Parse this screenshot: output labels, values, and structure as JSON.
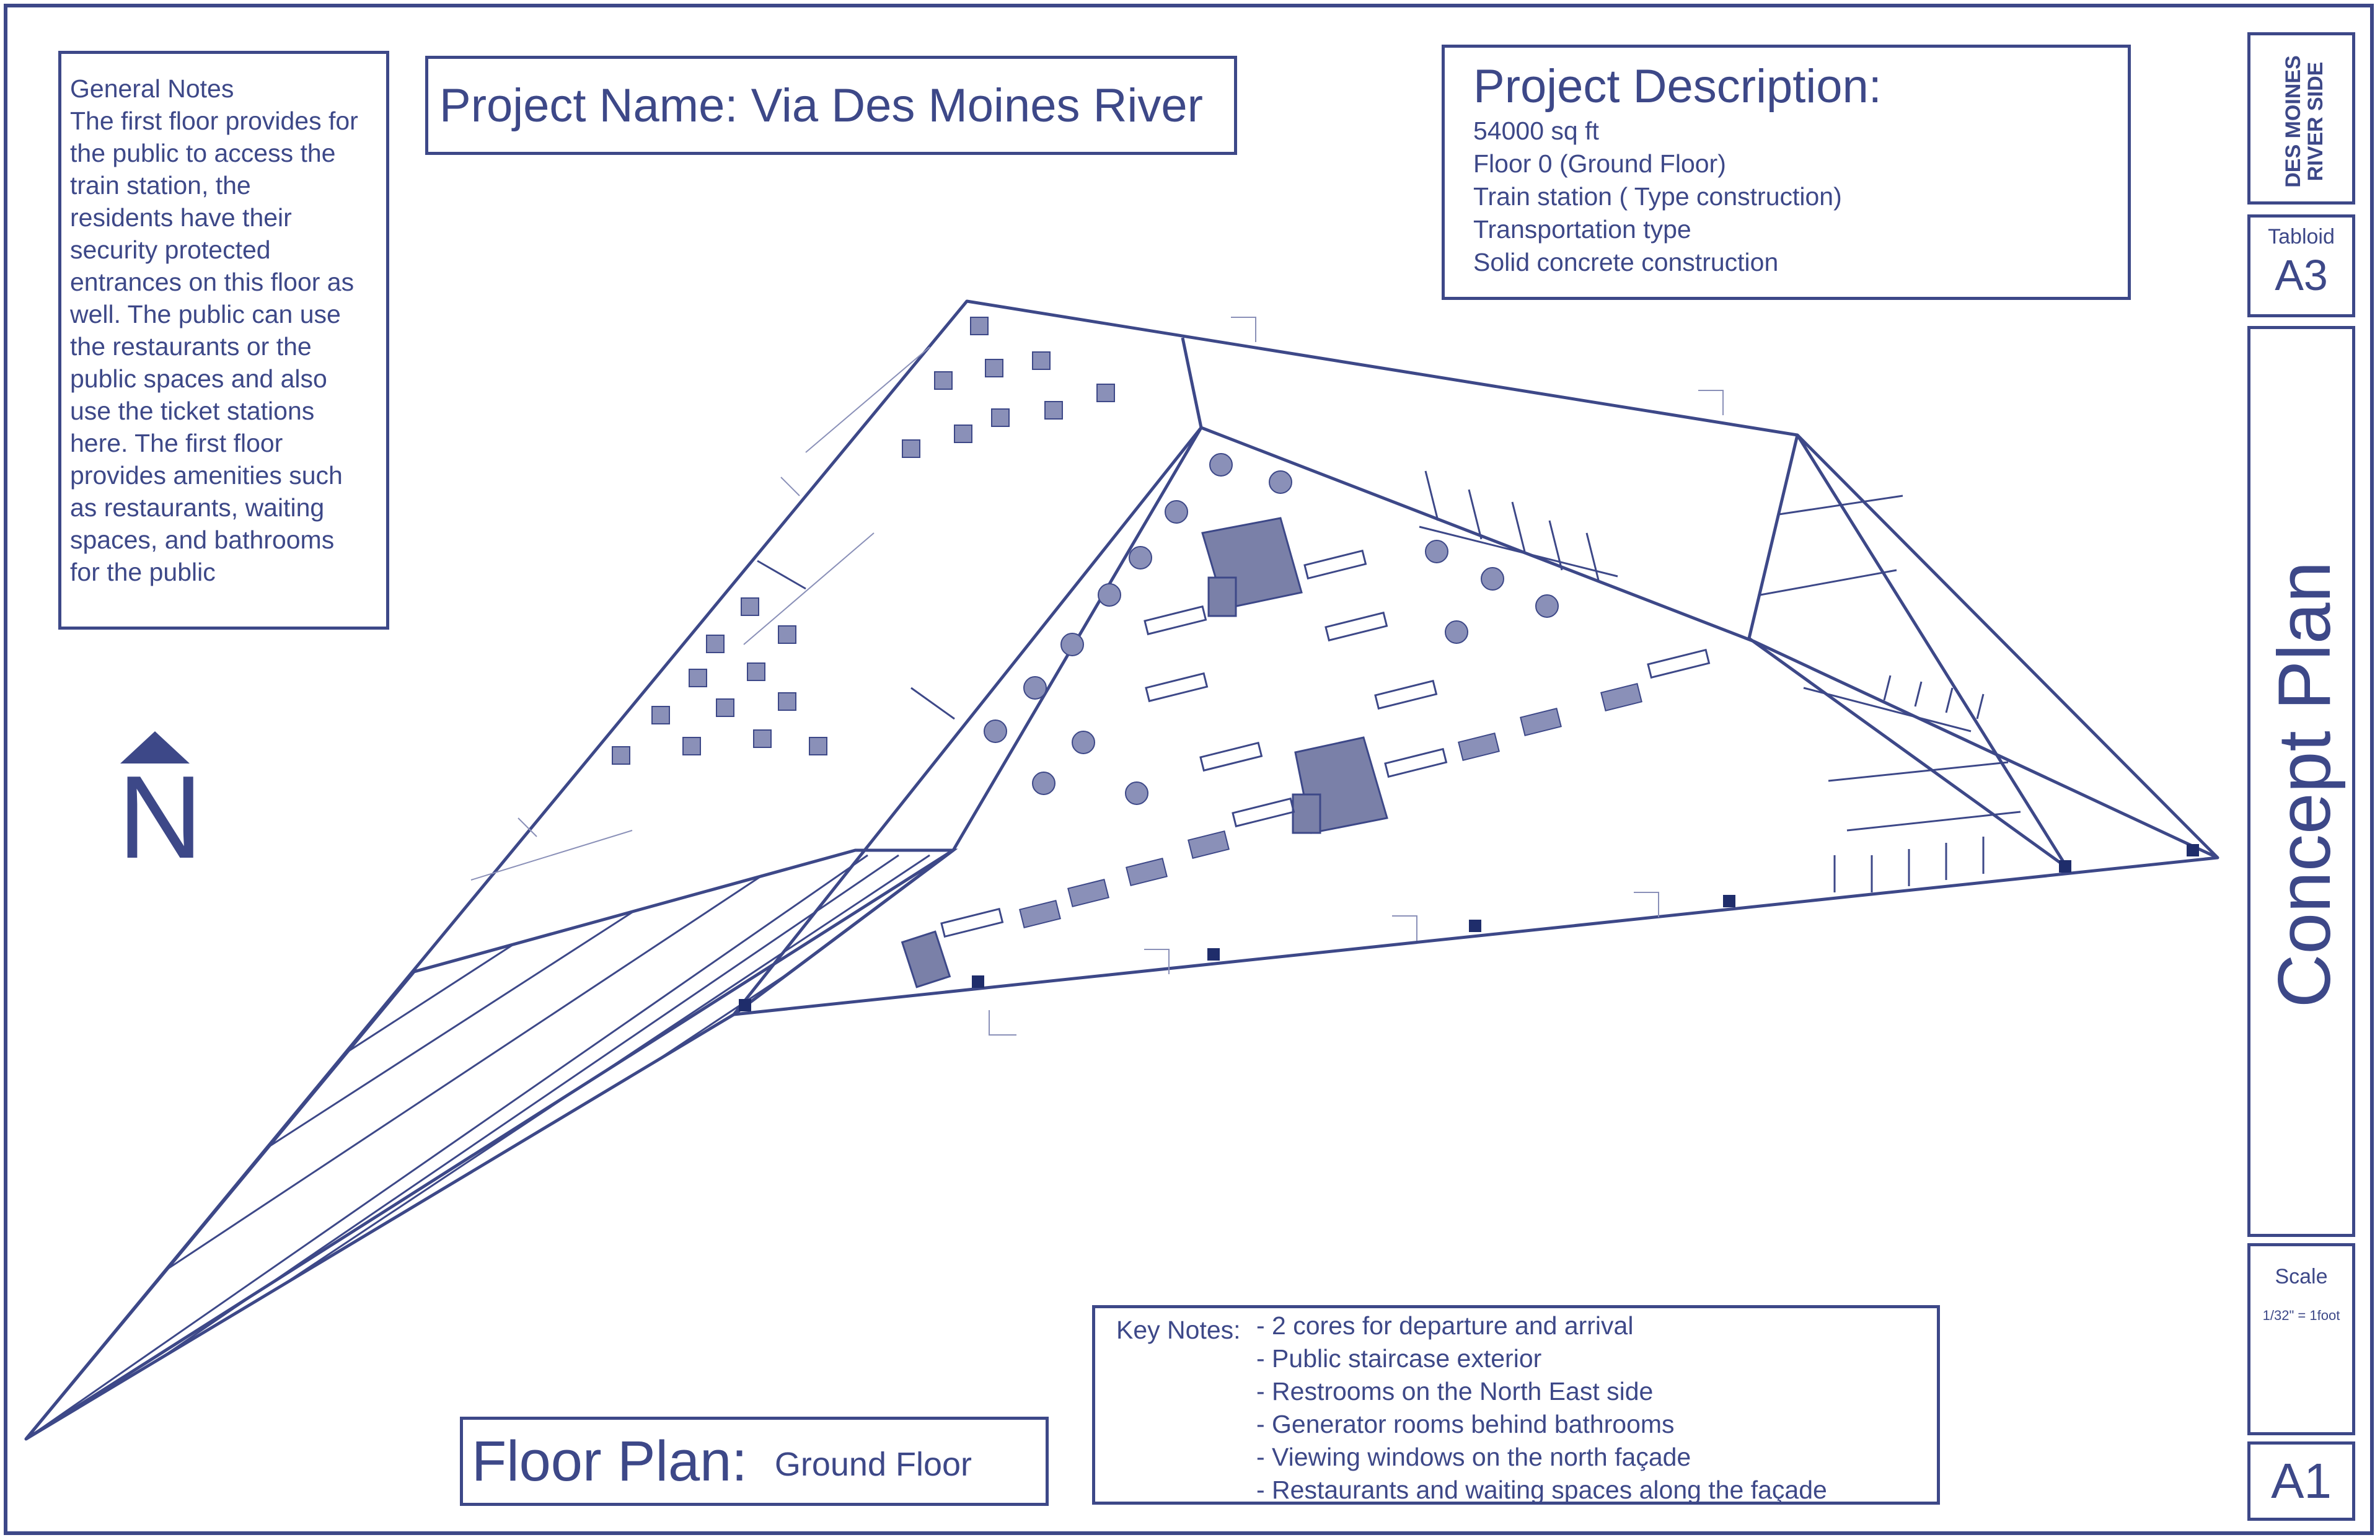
{
  "general_notes": {
    "lines": [
      "General Notes",
      "The first floor provides for",
      "the public to access the",
      "train station, the",
      "residents have their",
      "security protected",
      "entrances on this floor as",
      "well. The public can use",
      "the restaurants or the",
      "public spaces and also",
      "use the ticket stations",
      "here. The first floor",
      "provides amenities such",
      "as restaurants, waiting",
      "spaces, and bathrooms",
      "for the public"
    ]
  },
  "project_name": "Project Name: Via Des Moines River",
  "project_description": {
    "heading": "Project Description:",
    "lines": [
      "54000 sq ft",
      "Floor 0  (Ground Floor)",
      "Train station ( Type construction)",
      "Transportation type",
      "Solid concrete construction"
    ]
  },
  "title_block": {
    "logo_line1": "DES MOINES",
    "logo_line2": "RIVER SIDE",
    "paper_label": "Tabloid",
    "paper_size": "A3",
    "title": "Concept Plan",
    "scale_label": "Scale",
    "scale_value": "1/32\" = 1foot",
    "sheet_number": "A1"
  },
  "north_label": "N",
  "floor_plan": {
    "label": "Floor Plan:",
    "floor": "Ground Floor"
  },
  "key_notes": {
    "label": "Key Notes:",
    "items": [
      "- 2 cores for departure and arrival",
      "- Public staircase exterior",
      "- Restrooms on the North East side",
      "- Generator rooms behind bathrooms",
      "- Viewing windows on the north façade",
      "- Restaurants and waiting spaces along the façade"
    ]
  },
  "colors": {
    "ink": "#3d4888",
    "fill": "#8a90b8",
    "dark": "#1f2d6b"
  }
}
